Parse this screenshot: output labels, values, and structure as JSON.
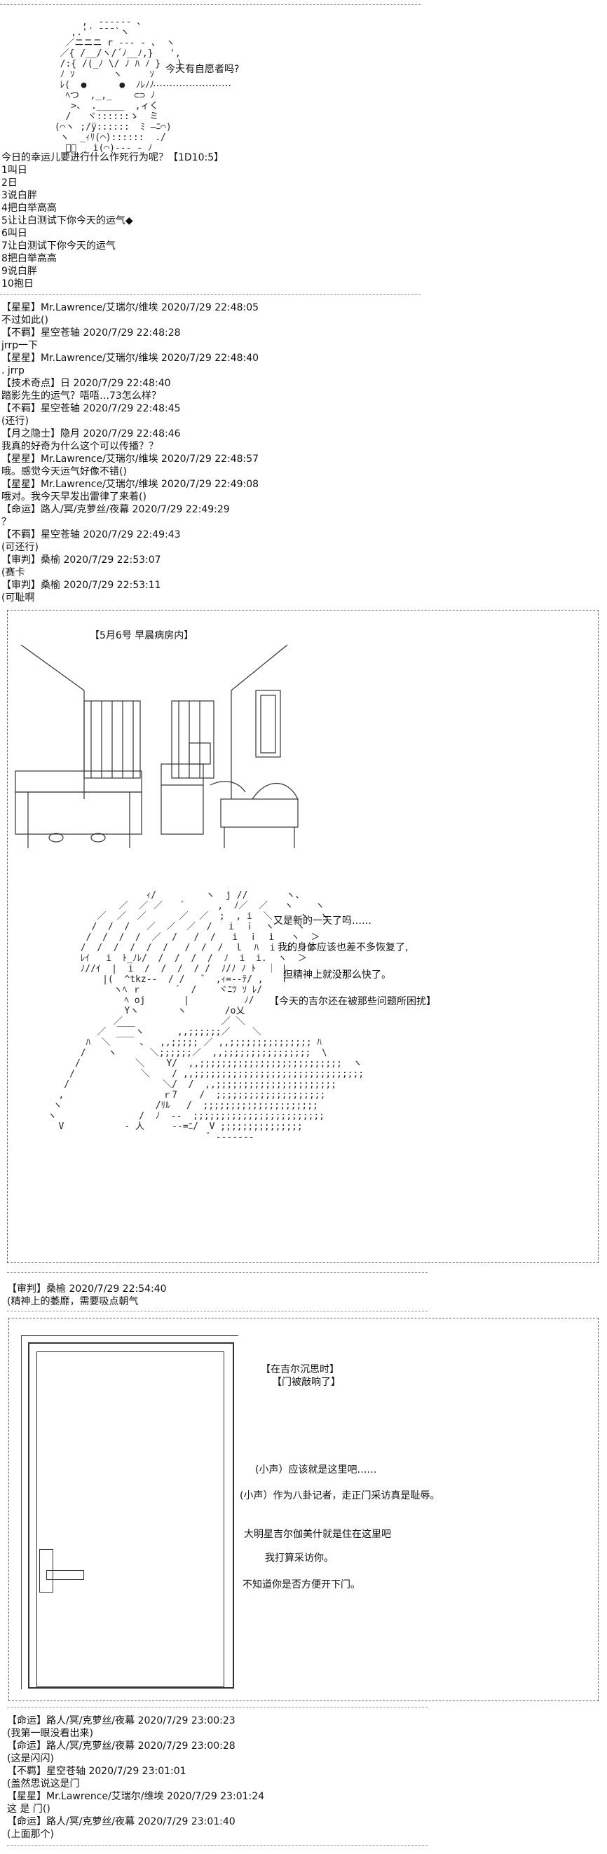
{
  "intro": {
    "bubble": "今天有自愿者吗?",
    "dots": "……………………",
    "question": "今日的幸运儿要进行什么作死行为呢？【1D10:5】",
    "options": [
      "1叫日",
      "2日",
      "3说白胖",
      "4把白举高高",
      "5让让白测试下你今天的运气◆",
      "6叫日",
      "7让白测试下你今天的运气",
      "8把白举高高",
      "9说白胖",
      "10抱日"
    ]
  },
  "log1": [
    "【星星】Mr.Lawrence/艾瑞尔/维埃 2020/7/29 22:48:05",
    "不过如此()",
    "【不羁】星空苍轴 2020/7/29 22:48:28",
    "jrrp一下",
    "【星星】Mr.Lawrence/艾瑞尔/维埃 2020/7/29 22:48:40",
    ". jrrp",
    "【技术奇点】日 2020/7/29 22:48:40",
    "踏影先生的运气？唔唔…73怎么样？",
    "【不羁】星空苍轴 2020/7/29 22:48:45",
    "(还行)",
    "【月之隐士】隐月 2020/7/29 22:48:46",
    "我真的好奇为什么这个可以传播？？",
    "【星星】Mr.Lawrence/艾瑞尔/维埃 2020/7/29 22:48:57",
    "哦。感觉今天运气好像不错()",
    "【星星】Mr.Lawrence/艾瑞尔/维埃 2020/7/29 22:49:08",
    "哦对。我今天早发出雷律了来着()",
    "【命运】路人/冥/克萝丝/夜幕 2020/7/29 22:49:29",
    "？",
    "【不羁】星空苍轴 2020/7/29 22:49:43",
    "(可还行)",
    "【审判】桑榆 2020/7/29 22:53:07",
    "(赛卡",
    "【审判】桑榆 2020/7/29 22:53:11",
    "(可耻啊"
  ],
  "scene1": {
    "caption": "【5月6号  早晨病房内】",
    "line1": "又是新的一天了吗……",
    "line2": "我的身体应该也差不多恢复了,",
    "line3": "但精神上就没那么快了。",
    "line4": "【今天的吉尔还在被那些问题所困扰】"
  },
  "log2": [
    "【审判】桑榆 2020/7/29 22:54:40",
    "(精神上的萎靡，需要吸点朝气"
  ],
  "scene2": {
    "caption1": "【在吉尔沉思时】",
    "caption2": "【门被敲响了】",
    "line1": "(小声）应该就是这里吧……",
    "line2": "(小声）作为八卦记者，走正门采访真是耻辱。",
    "line3": "大明星吉尔伽美什就是住在这里吧",
    "line4": "我打算采访你。",
    "line5": "不知道你是否方便开下门。"
  },
  "log3": [
    "【命运】路人/冥/克萝丝/夜幕 2020/7/29 23:00:23",
    "(我第一眼没看出来)",
    "【命运】路人/冥/克萝丝/夜幕 2020/7/29 23:00:28",
    "(这是闪闪)",
    "【不羁】星空苍轴 2020/7/29 23:01:01",
    "(盖然思说这是门",
    "【星星】Mr.Lawrence/艾瑞尔/维埃 2020/7/29 23:01:24",
    "这 是 门()",
    "【命运】路人/冥/克萝丝/夜幕 2020/7/29 23:01:40",
    "(上面那个)"
  ]
}
